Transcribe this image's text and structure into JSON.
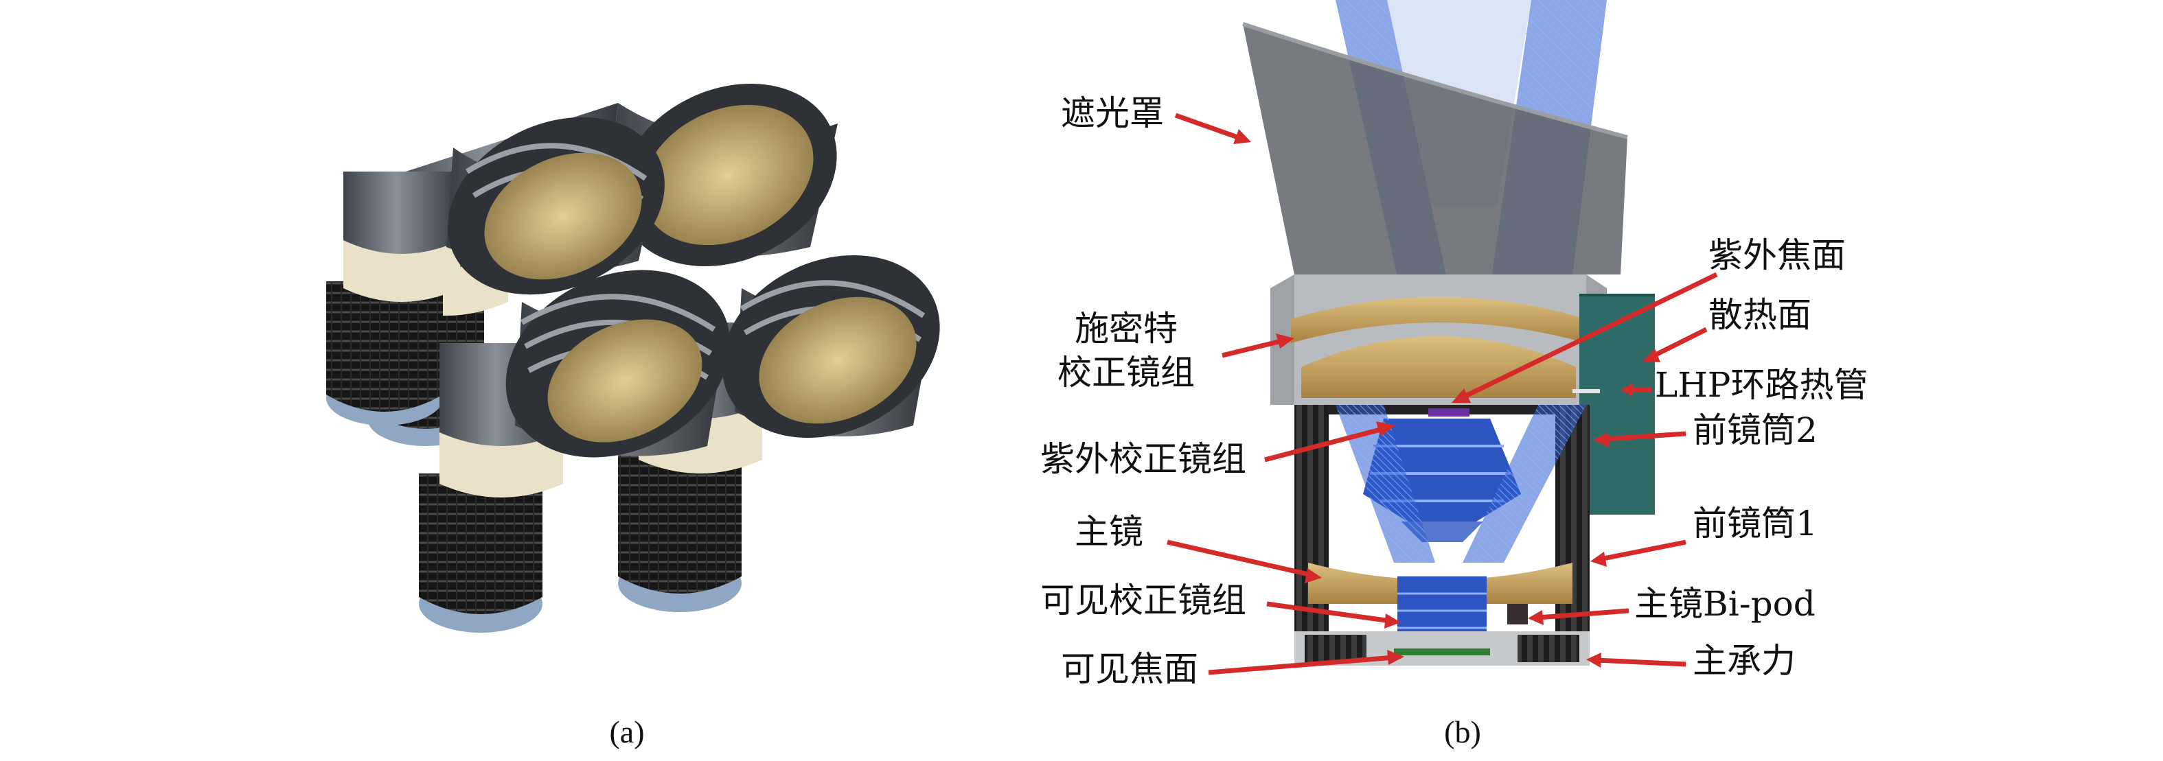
{
  "panel_a": {
    "caption": "(a)"
  },
  "panel_b": {
    "caption": "(b)",
    "labels": {
      "baffle": "遮光罩",
      "schmidt_line1": "施密特",
      "schmidt_line2": "校正镜组",
      "uv_corrector": "紫外校正镜组",
      "primary_mirror": "主镜",
      "visible_corrector": "可见校正镜组",
      "visible_focal_plane": "可见焦面",
      "uv_focal_plane": "紫外焦面",
      "radiator": "散热面",
      "lhp": "LHP环路热管",
      "front_barrel_2": "前镜筒2",
      "front_barrel_1": "前镜筒1",
      "primary_bipod": "主镜Bi-pod",
      "main_structure": "主承力"
    }
  },
  "colors": {
    "arrow": "#d42a2a",
    "ray": "#2f5fd0",
    "lens_gold": "#c9a35c",
    "radiator": "#2f6b66",
    "barrel": "#2b2b2b",
    "baffle": "#6e7276",
    "housing": "#b7bbc0"
  }
}
